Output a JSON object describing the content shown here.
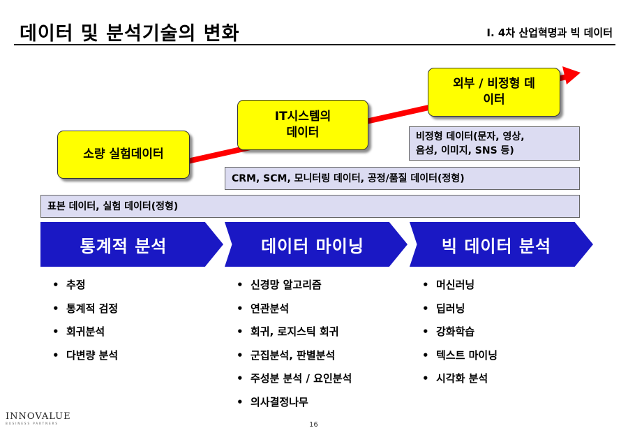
{
  "slide": {
    "title": "데이터 및 분석기술의 변화",
    "section": "I. 4차 산업혁명과 빅 데이터",
    "page_number": "16"
  },
  "data_stages": [
    {
      "label_lines": [
        "소량 실험데이터"
      ]
    },
    {
      "label_lines": [
        "IT시스템의",
        "데이터"
      ]
    },
    {
      "label_lines": [
        "외부 / 비정형 데",
        "이터"
      ]
    }
  ],
  "data_bands": [
    {
      "label": "표본 데이터, 실험 데이터(정형)"
    },
    {
      "label": "CRM, SCM, 모니터링 데이터, 공정/품질 데이터(정형)"
    },
    {
      "label_lines": [
        "비정형 데이터(문자, 영상,",
        "음성, 이미지, SNS 등)"
      ]
    }
  ],
  "analysis_stages": [
    {
      "label": "통계적 분석",
      "techniques": [
        "추정",
        "통계적 검정",
        "회귀분석",
        "다변량 분석"
      ]
    },
    {
      "label": "데이터 마이닝",
      "techniques": [
        "신경망 알고리즘",
        "연관분석",
        "회귀, 로지스틱 회귀",
        "군집분석, 판별분석",
        "주성분 분석 / 요인분석",
        "의사결정나무"
      ]
    },
    {
      "label": "빅 데이터 분석",
      "techniques": [
        "머신러닝",
        "딥러닝",
        "강화학습",
        "텍스트 마이닝",
        "시각화 분석"
      ]
    }
  ],
  "bullet_glyph": "•",
  "colors": {
    "arrow": "#ff0000",
    "stage_box": "#ffff00",
    "band": "#dcdcf2",
    "chevron": "#1a18c4"
  },
  "logo": {
    "name": "INNOVALUE",
    "tagline": "BUSINESS PARTNERS"
  }
}
